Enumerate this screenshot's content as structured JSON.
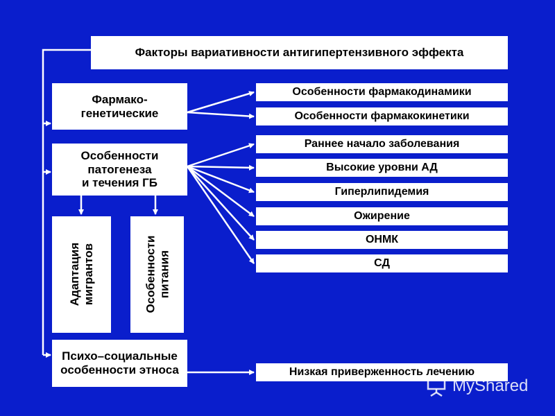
{
  "colors": {
    "background": "#0a1ecc",
    "box": "#ffffff",
    "text": "#000000",
    "connector": "#ffffff"
  },
  "diagram": {
    "title": "Факторы вариативности антигипертензивного эффекта",
    "left_boxes": {
      "pharmacogenetic": [
        "Фармако-",
        "генетические"
      ],
      "pathogenesis": [
        "Особенности",
        "патогенеза",
        "и течения ГБ"
      ],
      "adaptation": [
        "Адаптация",
        "мигрантов"
      ],
      "nutrition": [
        "Особенности",
        "питания"
      ],
      "psychosocial": [
        "Психо–социальные",
        "особенности этноса"
      ]
    },
    "right_boxes": {
      "pharmacodynamics": "Особенности фармакодинамики",
      "pharmacokinetics": "Особенности фармакокинетики",
      "early_onset": "Раннее начало заболевания",
      "high_bp": "Высокие уровни АД",
      "hyperlipidemia": "Гиперлипидемия",
      "obesity": "Ожирение",
      "onmk": "ОНМК",
      "diabetes": "СД",
      "low_adherence": "Низкая приверженность лечению"
    }
  },
  "watermark": {
    "text": "MyShared",
    "icon": "presentation-board-icon"
  }
}
